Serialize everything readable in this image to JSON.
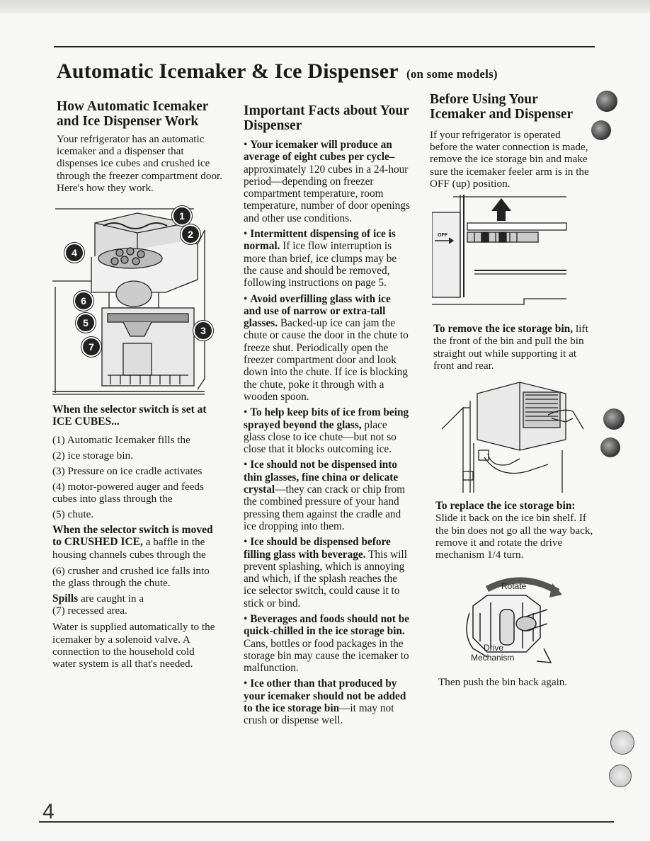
{
  "title": {
    "main": "Automatic Icemaker & Ice Dispenser",
    "suffix": "(on some models)"
  },
  "left": {
    "heading": "How Automatic Icemaker and Ice Dispenser Work",
    "intro": "Your refrigerator has an automatic icemaker and a dispenser that dispenses ice cubes and crushed ice through the freezer compartment door. Here's how they work.",
    "cubes_label": "When the selector switch is set at ICE CUBES...",
    "items": [
      {
        "num": "(1)",
        "text": "Automatic Icemaker fills the"
      },
      {
        "num": "(2)",
        "text": "ice storage bin."
      },
      {
        "num": "(3)",
        "text": "Pressure on ice cradle activates"
      },
      {
        "num": "(4)",
        "text": "motor-powered auger and feeds cubes into glass through the"
      },
      {
        "num": "(5)",
        "text": "chute."
      }
    ],
    "crushed_label": "When the selector switch is moved to CRUSHED ICE,",
    "crushed_text": "a baffle in the housing channels cubes through the",
    "item6": {
      "num": "(6)",
      "text": "crusher and crushed ice falls into the glass through the chute."
    },
    "spills_label": "Spills",
    "spills_text": "are caught in a",
    "item7": {
      "num": "(7)",
      "text": "recessed area."
    },
    "water_text": "Water is supplied automatically to the icemaker by a solenoid valve. A connection to the household cold water system is all that's needed.",
    "callouts": [
      "1",
      "2",
      "3",
      "4",
      "5",
      "6",
      "7"
    ]
  },
  "middle": {
    "heading": "Important Facts about Your Dispenser",
    "bullets": [
      {
        "bold": "Your icemaker will produce an average of eight cubes per cycle–",
        "text": "approximately 120 cubes in a 24-hour period—depending on freezer compartment temperature, room temperature, number of door openings and other use conditions."
      },
      {
        "bold": "Intermittent dispensing of ice is normal.",
        "text": "If ice flow interruption is more than brief, ice clumps may be the cause and should be removed, following instructions on page 5."
      },
      {
        "bold": "Avoid overfilling glass with ice and use of narrow or extra-tall glasses.",
        "text": "Backed-up ice can jam the chute or cause the door in the chute to freeze shut. Periodically open the freezer compartment door and look down into the chute. If ice is blocking the chute, poke it through with a wooden spoon."
      },
      {
        "bold": "To help keep bits of ice from being sprayed beyond the glass,",
        "text": "place glass close to ice chute—but not so close that it blocks outcoming ice."
      },
      {
        "bold": "Ice should not be dispensed into thin glasses, fine china or delicate crystal",
        "text": "—they can crack or chip from the combined pressure of your hand pressing them against the cradle and ice dropping into them."
      },
      {
        "bold": "Ice should be dispensed before filling glass with beverage.",
        "text": "This will prevent splashing, which is annoying and which, if the splash reaches the ice selector switch, could cause it to stick or bind."
      },
      {
        "bold": "Beverages and foods should not be quick-chilled in the ice storage bin.",
        "text": "Cans, bottles or food packages in the storage bin may cause the icemaker to malfunction."
      },
      {
        "bold": "Ice other than that produced by your icemaker should not be added to the ice storage bin",
        "text": "—it may not crush or dispense well."
      }
    ]
  },
  "right": {
    "heading": "Before Using Your Icemaker and Dispenser",
    "intro": "If your refrigerator is operated before the water connection is made, remove the ice storage bin and make sure the icemaker feeler arm is in the OFF (up) position.",
    "remove_label": "To remove the ice storage bin,",
    "remove_text": "lift the front of the bin and pull the bin straight out while supporting it at front and rear.",
    "replace_label": "To replace the ice storage bin:",
    "replace_text": "Slide it back on the ice bin shelf. If the bin does not go all the way back, remove it and rotate the drive mechanism 1/4 turn.",
    "rotate_label": "Rotate",
    "drive_label_1": "Drive",
    "drive_label_2": "Mechanism",
    "off_label": "OFF",
    "final_text": "Then push the bin back again."
  },
  "page_number": "4"
}
